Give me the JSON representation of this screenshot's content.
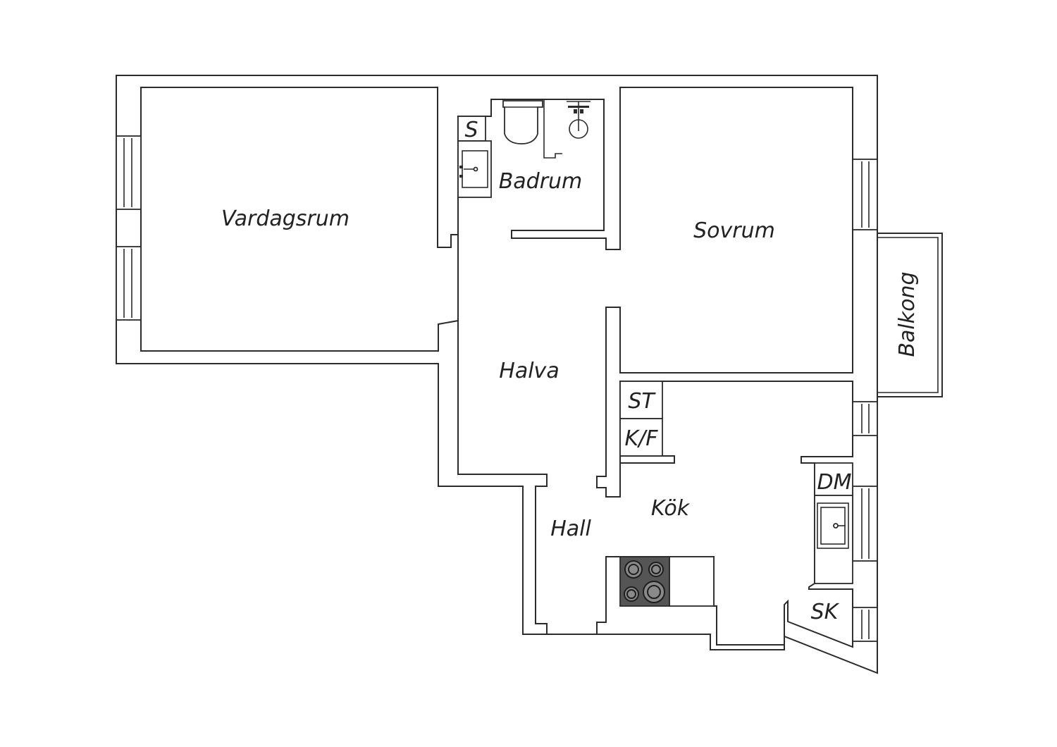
{
  "rooms": {
    "vardagsrum": "Vardagsrum",
    "badrum": "Badrum",
    "sovrum": "Sovrum",
    "balkong": "Balkong",
    "halva": "Halva",
    "hall": "Hall",
    "kok": "Kök"
  },
  "fixtures": {
    "s": "S",
    "st": "ST",
    "kf": "K/F",
    "dm": "DM",
    "sk": "SK"
  },
  "icons": [
    "window-icon",
    "toilet-icon",
    "shower-icon",
    "washbasin-icon",
    "sink-icon",
    "stove-icon"
  ],
  "colors": {
    "line": "#2b2b2b",
    "background": "#ffffff",
    "stove": "#555555"
  }
}
